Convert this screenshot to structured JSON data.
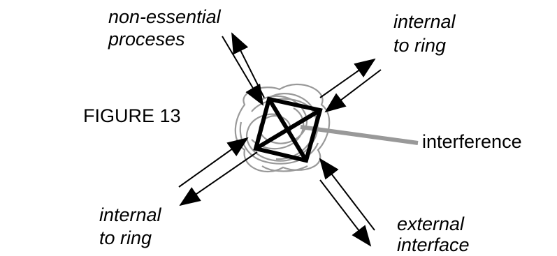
{
  "figure": {
    "title": "FIGURE 13",
    "labels": {
      "non_essential_line1": "non-essential",
      "non_essential_line2": "proceses",
      "internal_top_line1": "internal",
      "internal_top_line2": "to ring",
      "interference": "interference",
      "internal_bottom_line1": "internal",
      "internal_bottom_line2": "to ring",
      "external_line1": "external",
      "external_line2": "interface"
    },
    "colors": {
      "ink": "#000000",
      "scribble": "#999999",
      "interference_line": "#999999"
    }
  }
}
